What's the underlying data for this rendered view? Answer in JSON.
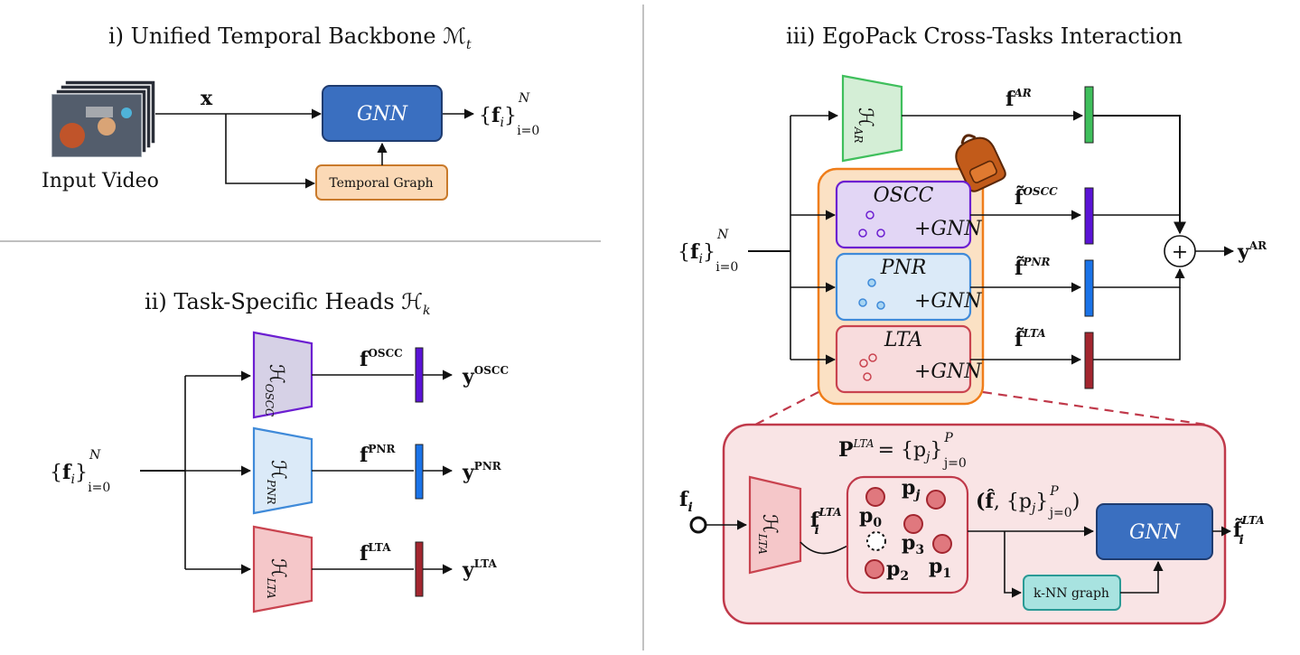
{
  "sections": {
    "backbone_title": "i) Unified Temporal Backbone ℳ",
    "backbone_title_sub": "t",
    "heads_title": "ii) Task-Specific Heads ℋ",
    "heads_title_sub": "k",
    "egopack_title": "iii) EgoPack Cross-Tasks Interaction"
  },
  "backbone": {
    "input_caption": "Input Video",
    "x_label": "x",
    "gnn_label": "GNN",
    "temporal_graph_label": "Temporal Graph",
    "output_f": "f",
    "output_sub": "i",
    "output_sup": "N",
    "output_range": "i=0"
  },
  "heads": {
    "input_f": "f",
    "input_sub": "i",
    "input_sup": "N",
    "input_range": "i=0",
    "h_symbol": "ℋ",
    "items": [
      {
        "sub": "OSCC",
        "feat": "f",
        "feat_sup": "OSCC",
        "out": "y",
        "out_sup": "OSCC",
        "color": "#5b13d6",
        "fill": "#d6d1e6",
        "stroke": "#6c1fd1"
      },
      {
        "sub": "PNR",
        "feat": "f",
        "feat_sup": "PNR",
        "out": "y",
        "out_sup": "PNR",
        "color": "#1a73e8",
        "fill": "#dbeaf8",
        "stroke": "#3f8ad9"
      },
      {
        "sub": "LTA",
        "feat": "f",
        "feat_sup": "LTA",
        "out": "y",
        "out_sup": "LTA",
        "color": "#a3262f",
        "fill": "#f5c7c9",
        "stroke": "#c9434f"
      }
    ]
  },
  "egopack": {
    "input_f": "f",
    "input_sub": "i",
    "input_sup": "N",
    "input_range": "i=0",
    "ar_sub": "AR",
    "ar_feat": "f",
    "ar_feat_sup": "AR",
    "tasks": [
      {
        "name": "OSCC",
        "gnn": "+GNN",
        "feat": "f̃",
        "feat_sup": "OSCC"
      },
      {
        "name": "PNR",
        "gnn": "+GNN",
        "feat": "f̃",
        "feat_sup": "PNR"
      },
      {
        "name": "LTA",
        "gnn": "+GNN",
        "feat": "f̃",
        "feat_sup": "LTA"
      }
    ],
    "sum_symbol": "+",
    "output": "y",
    "output_sup": "AR",
    "colors": {
      "ar": "#3fbf5c",
      "oscc": "#5b13d6",
      "pnr": "#1a73e8",
      "lta": "#a3262f",
      "pack_border": "#ef7d1a",
      "pack_fill": "#fbe1c4"
    }
  },
  "detail": {
    "prototypes_eq": "P",
    "prototypes_eq_sup": "LTA",
    "prototypes_set": "= {p",
    "prototypes_set_sub": "j",
    "prototypes_set_close": "}",
    "prototypes_sup": "P",
    "prototypes_range": "j=0",
    "input_f": "f",
    "input_sub": "i",
    "h_sub": "LTA",
    "fi_lta": "f",
    "fi_lta_sub": "i",
    "fi_lta_sup": "LTA",
    "protos": [
      {
        "label": "p",
        "sub": "j"
      },
      {
        "label": "p",
        "sub": "0"
      },
      {
        "label": "p",
        "sub": "3"
      },
      {
        "label": "p",
        "sub": "2"
      },
      {
        "label": "p",
        "sub": "1"
      }
    ],
    "tuple_label": "(f̂",
    "tuple_rest": ", {p",
    "tuple_sub": "j",
    "tuple_close": "}",
    "tuple_sup": "P",
    "tuple_range": "j=0",
    "tuple_end": ")",
    "gnn_label": "GNN",
    "knn_label": "k-NN graph",
    "output_f": "f̃",
    "output_sub": "i",
    "output_sup": "LTA"
  }
}
